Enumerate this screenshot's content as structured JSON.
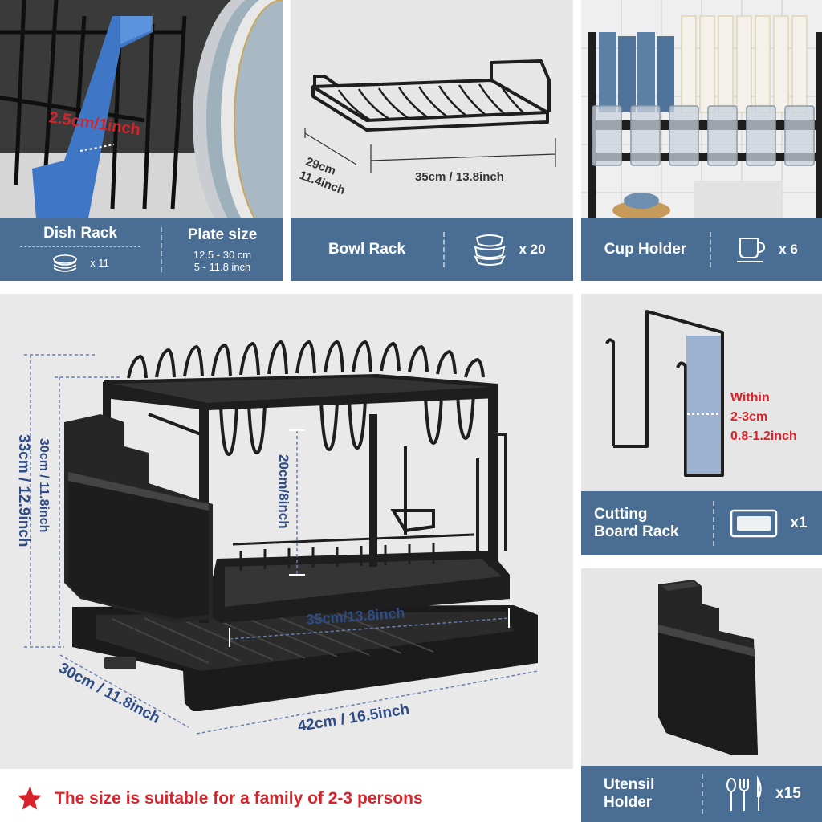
{
  "dish_rack": {
    "title": "Dish Rack",
    "slot_width": "2.5cm/1inch",
    "count": "x 11",
    "plate_title": "Plate size",
    "plate_cm": "12.5 - 30 cm",
    "plate_inch": "5 - 11.8 inch",
    "icon": "plates-stack-icon"
  },
  "bowl_rack": {
    "title": "Bowl Rack",
    "depth_cm": "29cm",
    "depth_inch": "11.4inch",
    "width": "35cm / 13.8inch",
    "count": "x 20",
    "icon": "bowls-stack-icon"
  },
  "cup_holder": {
    "title": "Cup Holder",
    "count": "x 6",
    "icon": "cup-icon"
  },
  "main": {
    "total_height": "33cm / 12.9inch",
    "frame_height": "30cm / 11.8inch",
    "tier_gap": "20cm/8inch",
    "inner_width": "35cm/13.8inch",
    "depth": "30cm / 11.8inch",
    "width": "42cm / 16.5inch",
    "measure_color": "#2f4c86"
  },
  "cutting_board": {
    "within": "Within",
    "range_cm": "2-3cm",
    "range_inch": "0.8-1.2inch",
    "title_line1": "Cutting",
    "title_line2": "Board Rack",
    "count": "x1",
    "icon": "cutting-board-icon"
  },
  "utensil": {
    "title_line1": "Utensil",
    "title_line2": "Holder",
    "count": "x15",
    "icon": "cutlery-icon"
  },
  "footer": {
    "note": "The size is suitable for a family of 2-3 persons",
    "icon": "star-icon",
    "accent": "#d8232a"
  },
  "colors": {
    "bar": "#4a6d93",
    "panel_bg": "#e9e9e9",
    "rack": "#1e1e1e"
  }
}
